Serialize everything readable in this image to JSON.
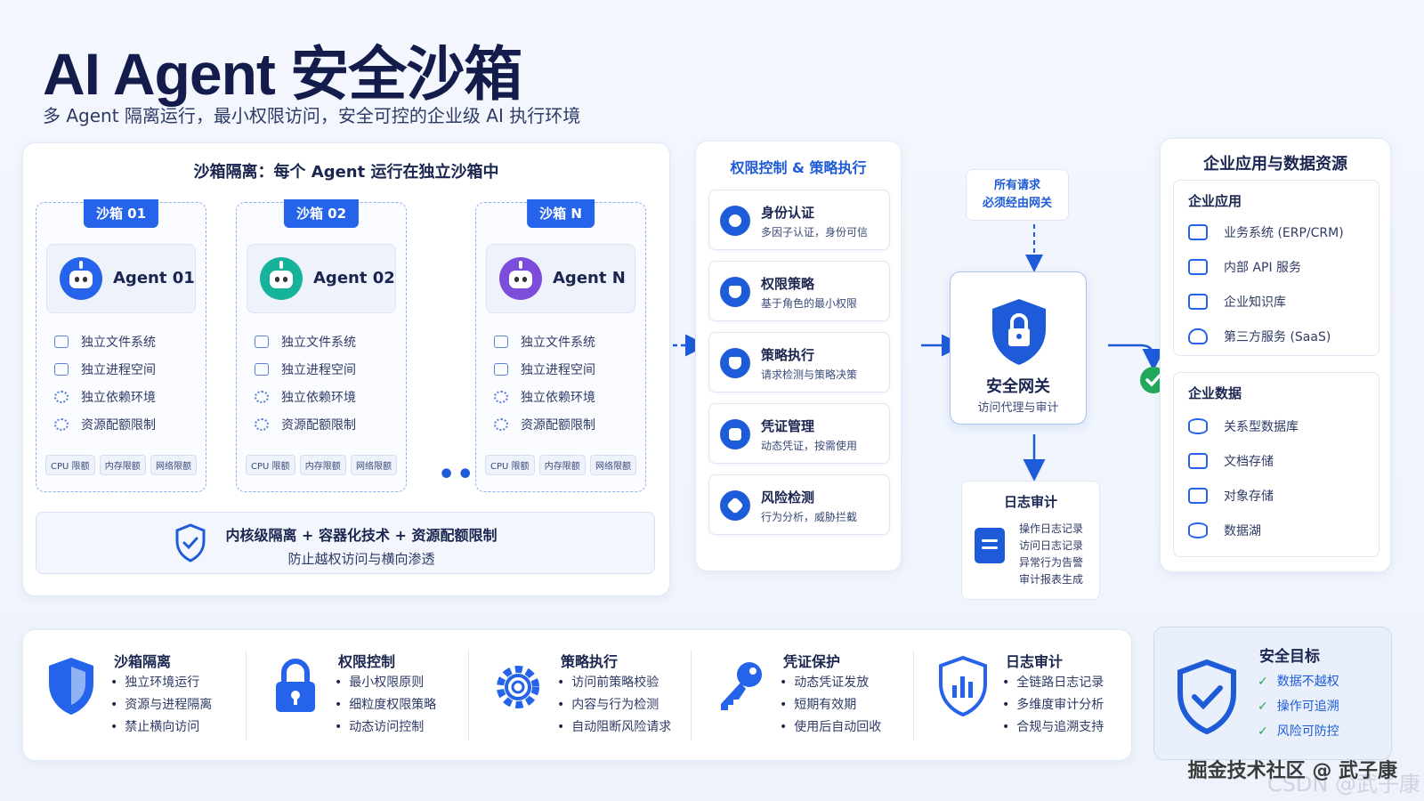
{
  "header": {
    "title": "AI Agent 安全沙箱",
    "subtitle": "多 Agent 隔离运行，最小权限访问，安全可控的企业级 AI 执行环境"
  },
  "sandbox_panel": {
    "title": "沙箱隔离：每个 Agent 运行在独立沙箱中",
    "ellipsis": "•••",
    "sandboxes": [
      {
        "tag": "沙箱 01",
        "agent": "Agent 01",
        "color": "#2563eb",
        "features": [
          "独立文件系统",
          "独立进程空间",
          "独立依赖环境",
          "资源配额限制"
        ],
        "chips": [
          "CPU 限额",
          "内存限额",
          "网络限额"
        ]
      },
      {
        "tag": "沙箱 02",
        "agent": "Agent 02",
        "color": "#16b39a",
        "features": [
          "独立文件系统",
          "独立进程空间",
          "独立依赖环境",
          "资源配额限制"
        ],
        "chips": [
          "CPU 限额",
          "内存限额",
          "网络限额"
        ]
      },
      {
        "tag": "沙箱 N",
        "agent": "Agent N",
        "color": "#7c4ddb",
        "features": [
          "独立文件系统",
          "独立进程空间",
          "独立依赖环境",
          "资源配额限制"
        ],
        "chips": [
          "CPU 限额",
          "内存限额",
          "网络限额"
        ]
      }
    ],
    "isolation": {
      "line1": "内核级隔离 + 容器化技术 + 资源配额限制",
      "line2": "防止越权访问与横向渗透"
    }
  },
  "policy_panel": {
    "title": "权限控制 & 策略执行",
    "items": [
      {
        "name": "身份认证",
        "desc": "多因子认证，身份可信",
        "icon": "user-icon"
      },
      {
        "name": "权限策略",
        "desc": "基于角色的最小权限",
        "icon": "policy-shield-icon"
      },
      {
        "name": "策略执行",
        "desc": "请求检测与策略决策",
        "icon": "check-shield-icon"
      },
      {
        "name": "凭证管理",
        "desc": "动态凭证，按需使用",
        "icon": "lock-icon"
      },
      {
        "name": "风险检测",
        "desc": "行为分析，威胁拦截",
        "icon": "alert-icon"
      }
    ]
  },
  "gateway": {
    "note_line1": "所有请求",
    "note_line2": "必须经由网关",
    "name": "安全网关",
    "desc": "访问代理与审计"
  },
  "log_audit": {
    "title": "日志审计",
    "items": [
      "操作日志记录",
      "访问日志记录",
      "异常行为告警",
      "审计报表生成"
    ]
  },
  "resources": {
    "title": "企业应用与数据资源",
    "apps": {
      "title": "企业应用",
      "items": [
        {
          "label": "业务系统 (ERP/CRM)",
          "icon": "chart-icon"
        },
        {
          "label": "内部 API 服务",
          "icon": "api-icon"
        },
        {
          "label": "企业知识库",
          "icon": "knowledge-icon"
        },
        {
          "label": "第三方服务 (SaaS)",
          "icon": "cloud-icon"
        }
      ]
    },
    "data": {
      "title": "企业数据",
      "items": [
        {
          "label": "关系型数据库",
          "icon": "database-icon"
        },
        {
          "label": "文档存储",
          "icon": "document-icon"
        },
        {
          "label": "对象存储",
          "icon": "bucket-icon"
        },
        {
          "label": "数据湖",
          "icon": "datalake-icon"
        }
      ]
    }
  },
  "bottom": {
    "columns": [
      {
        "title": "沙箱隔离",
        "icon": "shield-icon",
        "items": [
          "独立环境运行",
          "资源与进程隔离",
          "禁止横向访问"
        ]
      },
      {
        "title": "权限控制",
        "icon": "padlock-icon",
        "items": [
          "最小权限原则",
          "细粒度权限策略",
          "动态访问控制"
        ]
      },
      {
        "title": "策略执行",
        "icon": "gear-icon",
        "items": [
          "访问前策略校验",
          "内容与行为检测",
          "自动阻断风险请求"
        ]
      },
      {
        "title": "凭证保护",
        "icon": "key-icon",
        "items": [
          "动态凭证发放",
          "短期有效期",
          "使用后自动回收"
        ]
      },
      {
        "title": "日志审计",
        "icon": "audit-shield-icon",
        "items": [
          "全链路日志记录",
          "多维度审计分析",
          "合规与追溯支持"
        ]
      }
    ],
    "goal": {
      "title": "安全目标",
      "items": [
        "数据不越权",
        "操作可追溯",
        "风险可防控"
      ]
    }
  },
  "watermark": {
    "text": "掘金技术社区 @ 武子康",
    "bg_text": "CSDN @武子康"
  },
  "colors": {
    "accent": "#1e5bd8",
    "title": "#131c4a",
    "success": "#22a85a"
  }
}
